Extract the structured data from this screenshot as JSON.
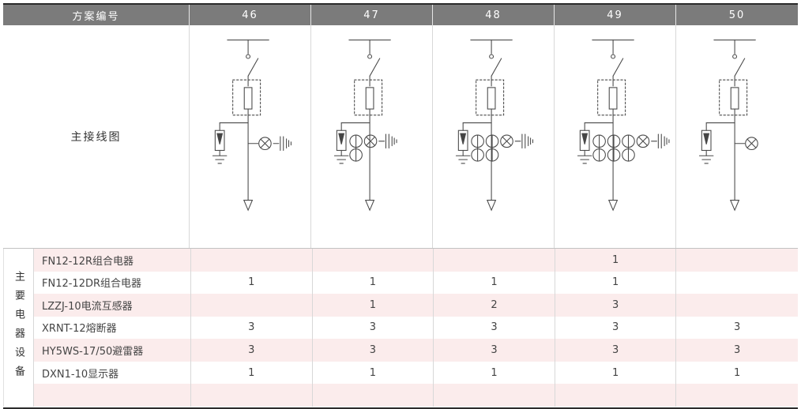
{
  "header": {
    "label": "方案编号",
    "schemes": [
      "46",
      "47",
      "48",
      "49",
      "50"
    ]
  },
  "diagram_row": {
    "label": "主接线图"
  },
  "equipment": {
    "vertical_label": "主要电器设备",
    "rows": [
      {
        "name": "FN12-12R组合电器",
        "values": [
          "",
          "",
          "",
          "1",
          ""
        ]
      },
      {
        "name": "FN12-12DR组合电器",
        "values": [
          "1",
          "1",
          "1",
          "1",
          ""
        ]
      },
      {
        "name": "LZZJ-10电流互感器",
        "values": [
          "",
          "1",
          "2",
          "3",
          ""
        ]
      },
      {
        "name": "XRNT-12熔断器",
        "values": [
          "3",
          "3",
          "3",
          "3",
          "3"
        ]
      },
      {
        "name": "HY5WS-17/50避雷器",
        "values": [
          "3",
          "3",
          "3",
          "3",
          "3"
        ]
      },
      {
        "name": "DXN1-10显示器",
        "values": [
          "1",
          "1",
          "1",
          "1",
          "1"
        ]
      },
      {
        "name": "",
        "values": [
          "",
          "",
          "",
          "",
          ""
        ]
      }
    ]
  },
  "diagrams": [
    {
      "scheme": "46",
      "ct": 0,
      "lamp": true,
      "cap": true
    },
    {
      "scheme": "47",
      "ct": 1,
      "lamp": true,
      "cap": true
    },
    {
      "scheme": "48",
      "ct": 2,
      "lamp": true,
      "cap": true
    },
    {
      "scheme": "49",
      "ct": 3,
      "lamp": true,
      "cap": true
    },
    {
      "scheme": "50",
      "ct": 0,
      "lamp": true,
      "cap": false
    }
  ],
  "colors": {
    "header_bg": "#7b7b7b",
    "stripe_pink": "#fbecec",
    "grid_line": "#d8d8d8",
    "frame": "#2b2b2b"
  }
}
